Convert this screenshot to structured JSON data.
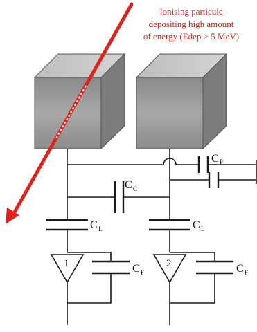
{
  "annotation": {
    "lines": [
      "Ionising particule",
      "depositing high amount",
      "of energy (Edep > 5 MeV)"
    ]
  },
  "labels": {
    "cp_top": {
      "main": "C",
      "sub": "P"
    },
    "cc": {
      "main": "C",
      "sub": "C"
    },
    "cl_left": {
      "main": "C",
      "sub": "L"
    },
    "cl_right": {
      "main": "C",
      "sub": "L"
    },
    "cf_left": {
      "main": "C",
      "sub": "F"
    },
    "cf_right": {
      "main": "C",
      "sub": "F"
    }
  },
  "amplifiers": {
    "left": "1",
    "right": "2"
  },
  "colors": {
    "arrow": "#e0221b",
    "annotation_text": "#c0281e",
    "block_front": "#9e9e9e",
    "block_top": "#c8c8c8",
    "block_side": "#7d7d7d",
    "wire": "#1a1a1a"
  },
  "icons": {
    "particle_track": "red-dashed-arrow",
    "amplifier": "downward-triangle"
  }
}
